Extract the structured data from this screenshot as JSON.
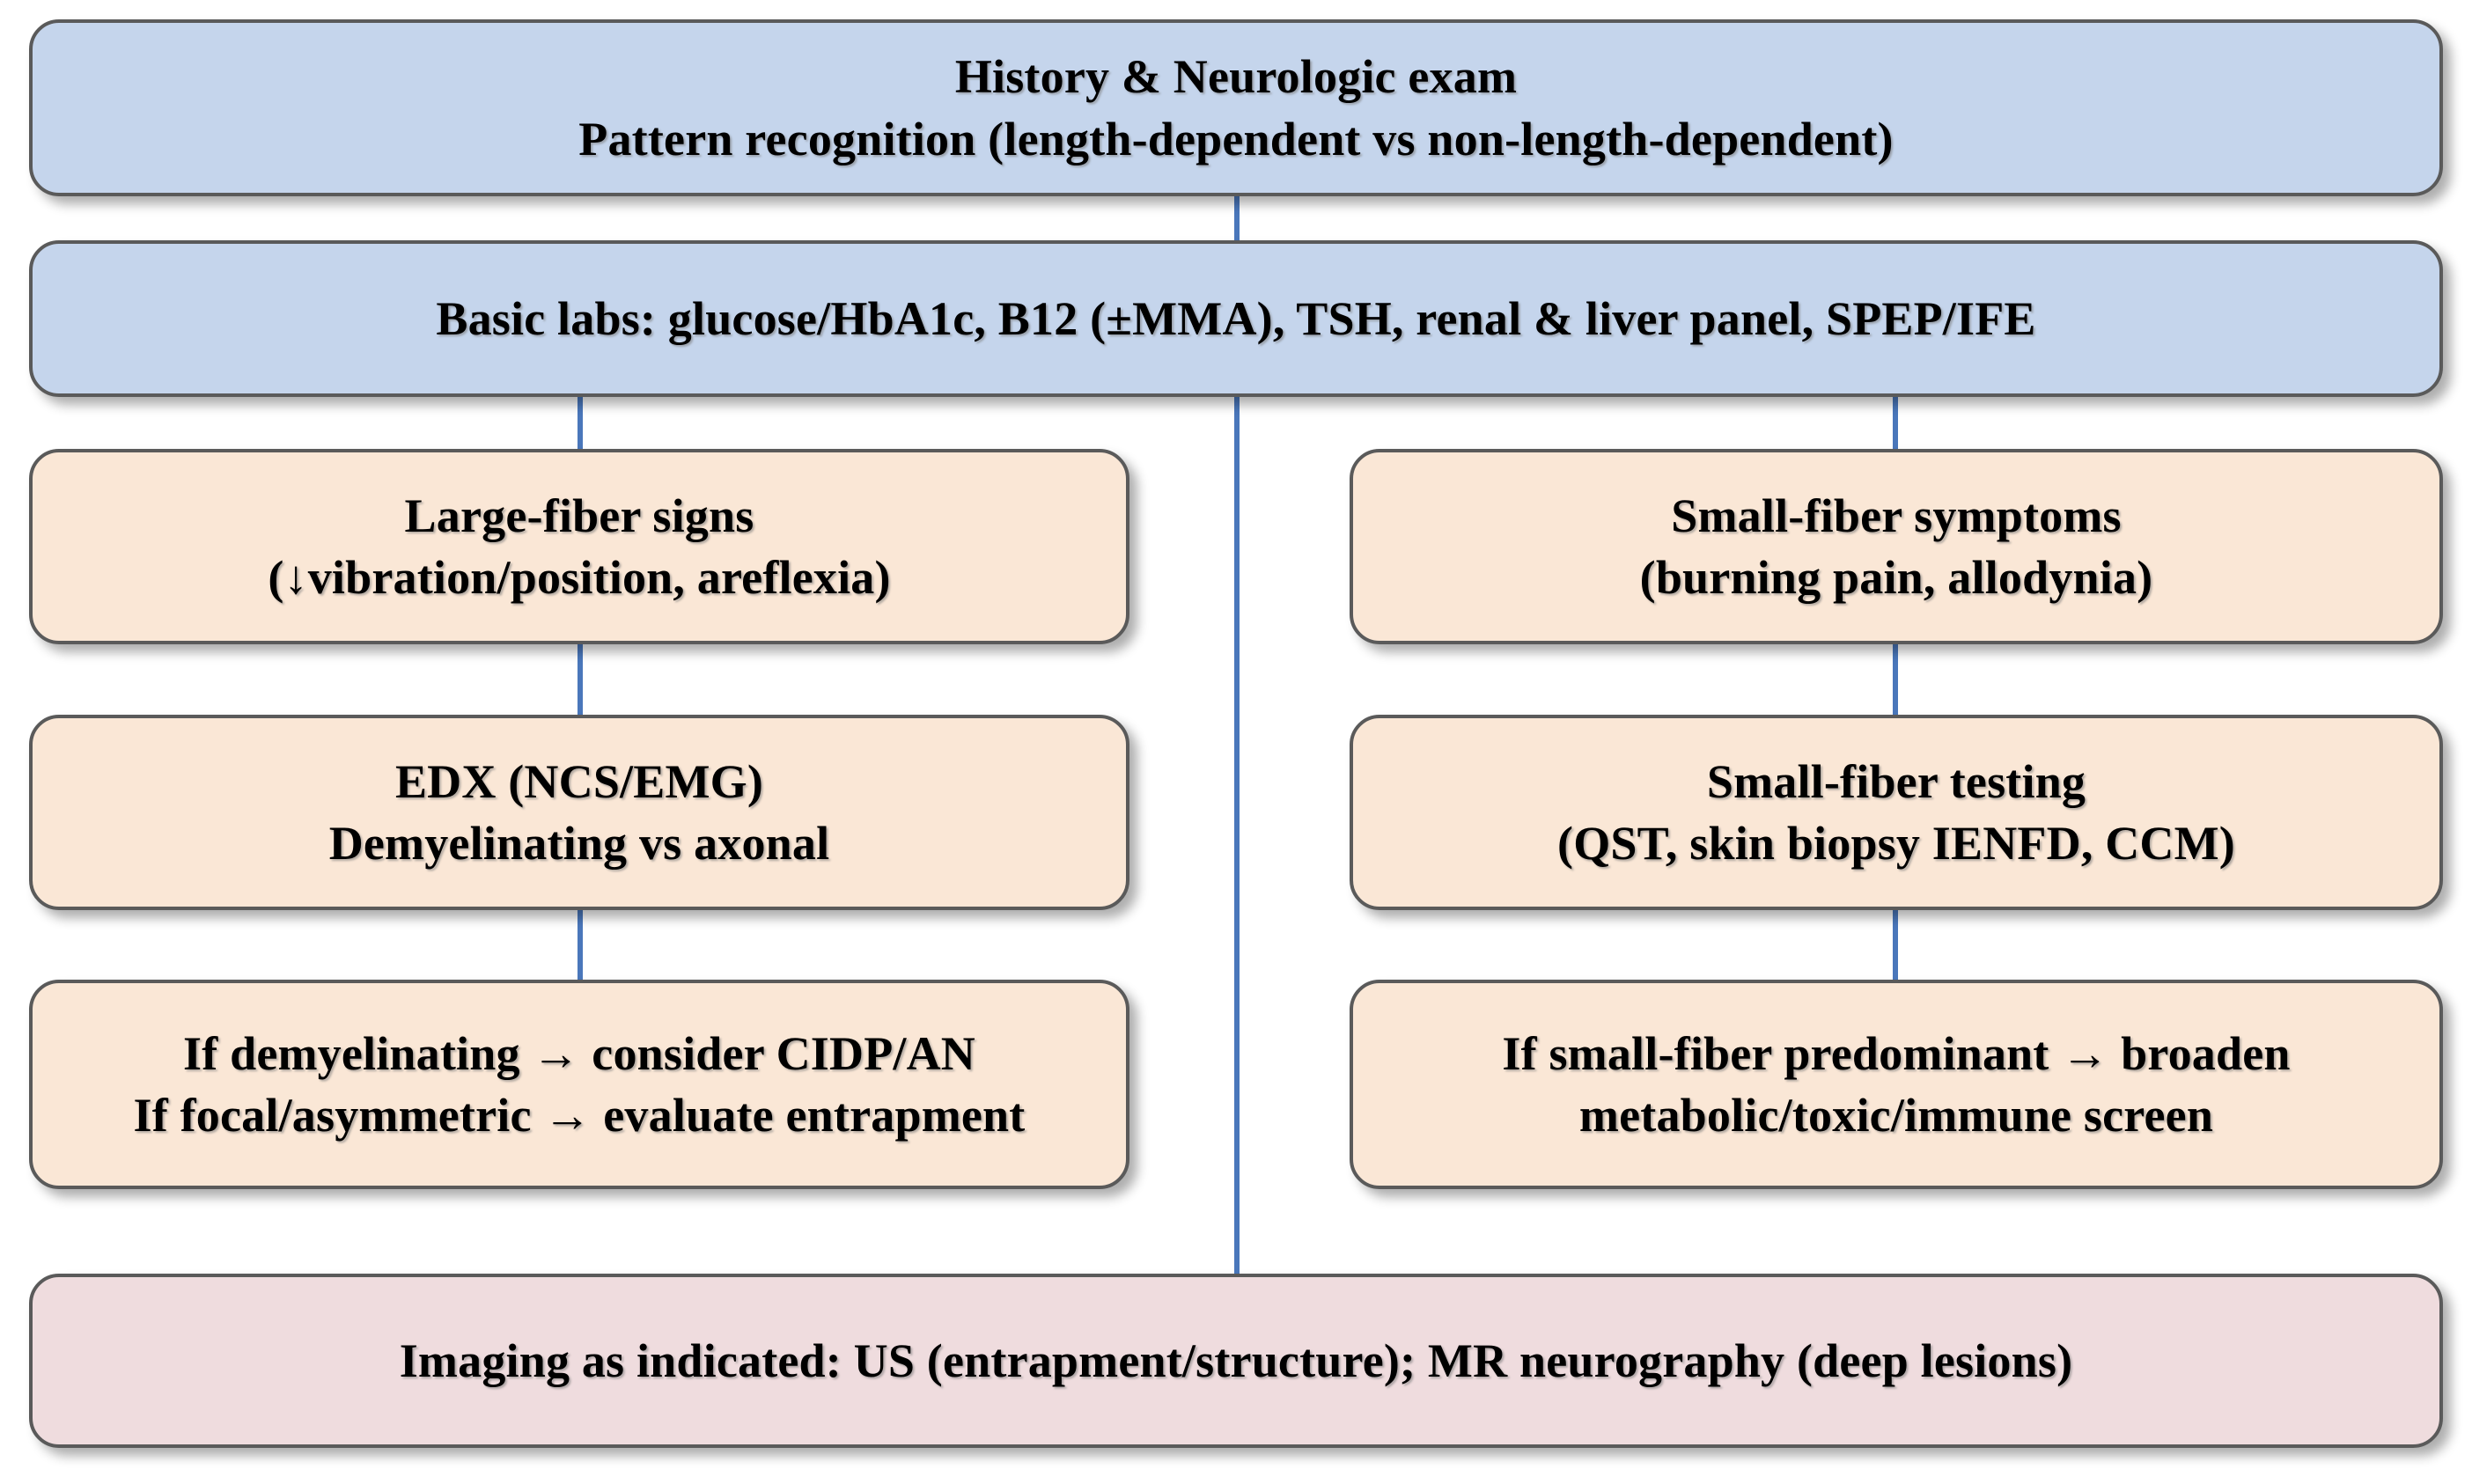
{
  "diagram": {
    "title": "Peripheral neuropathy diagnostic workup flowchart",
    "colors": {
      "blue_fill": "#C5D5EC",
      "orange_fill": "#FAE7D6",
      "pink_fill": "#EFDCDE",
      "border": "#5A5A5A",
      "connector": "#4A77BB"
    },
    "nodes": {
      "history": {
        "line1": "History & Neurologic exam",
        "line2": "Pattern recognition (length-dependent vs non-length-dependent)"
      },
      "basic_labs": {
        "line1": "Basic labs: glucose/HbA1c, B12 (±MMA), TSH, renal & liver panel, SPEP/IFE"
      },
      "large_fiber": {
        "line1": "Large-fiber signs",
        "line2": "(↓vibration/position, areflexia)"
      },
      "small_fiber": {
        "line1": "Small-fiber symptoms",
        "line2": "(burning pain, allodynia)"
      },
      "edx": {
        "line1": "EDX (NCS/EMG)",
        "line2": "Demyelinating vs axonal"
      },
      "sf_testing": {
        "line1": "Small-fiber testing",
        "line2": "(QST, skin biopsy IENFD, CCM)"
      },
      "demyelinating": {
        "line1": "If demyelinating → consider CIDP/AN",
        "line2": "If focal/asymmetric → evaluate entrapment"
      },
      "broaden": {
        "line1": "If small-fiber predominant → broaden",
        "line2": "metabolic/toxic/immune screen"
      },
      "imaging": {
        "line1": "Imaging as indicated: US (entrapment/structure); MR neurography (deep lesions)"
      }
    }
  }
}
